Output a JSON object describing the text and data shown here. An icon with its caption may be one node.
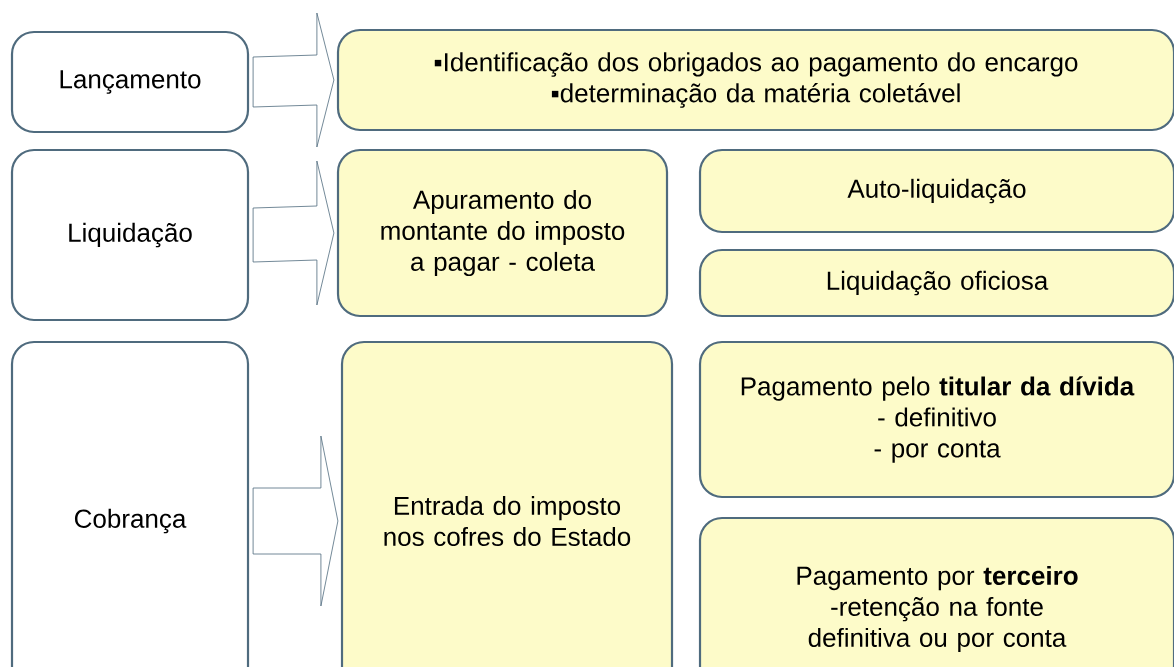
{
  "diagram": {
    "nodes": [
      {
        "text": [
          "Lançamento"
        ]
      },
      {
        "text": [
          "▪Identificação dos obrigados ao pagamento do encargo",
          "▪determinação da matéria coletável"
        ]
      },
      {
        "text": [
          "Liquidação"
        ]
      },
      {
        "text": [
          "Apuramento do montante do imposto a pagar - coleta"
        ]
      },
      {
        "text": [
          "Auto-liquidação"
        ]
      },
      {
        "text": [
          "Liquidação oficiosa"
        ]
      },
      {
        "text": [
          "Cobrança"
        ]
      },
      {
        "text": [
          "Entrada do imposto nos cofres do Estado"
        ]
      },
      {
        "text": [
          "Pagamento pelo **titular da dívida**",
          "- definitivo",
          "- por conta"
        ]
      },
      {
        "text": [
          "Pagamento por **terceiro**",
          "-retenção na fonte definitiva ou por conta"
        ]
      }
    ],
    "edges": [
      {
        "from": 0,
        "to": 1,
        "arrow": "to"
      },
      {
        "from": 2,
        "to": 3,
        "arrow": "to"
      },
      {
        "from": 6,
        "to": 7,
        "arrow": "to"
      }
    ]
  }
}
